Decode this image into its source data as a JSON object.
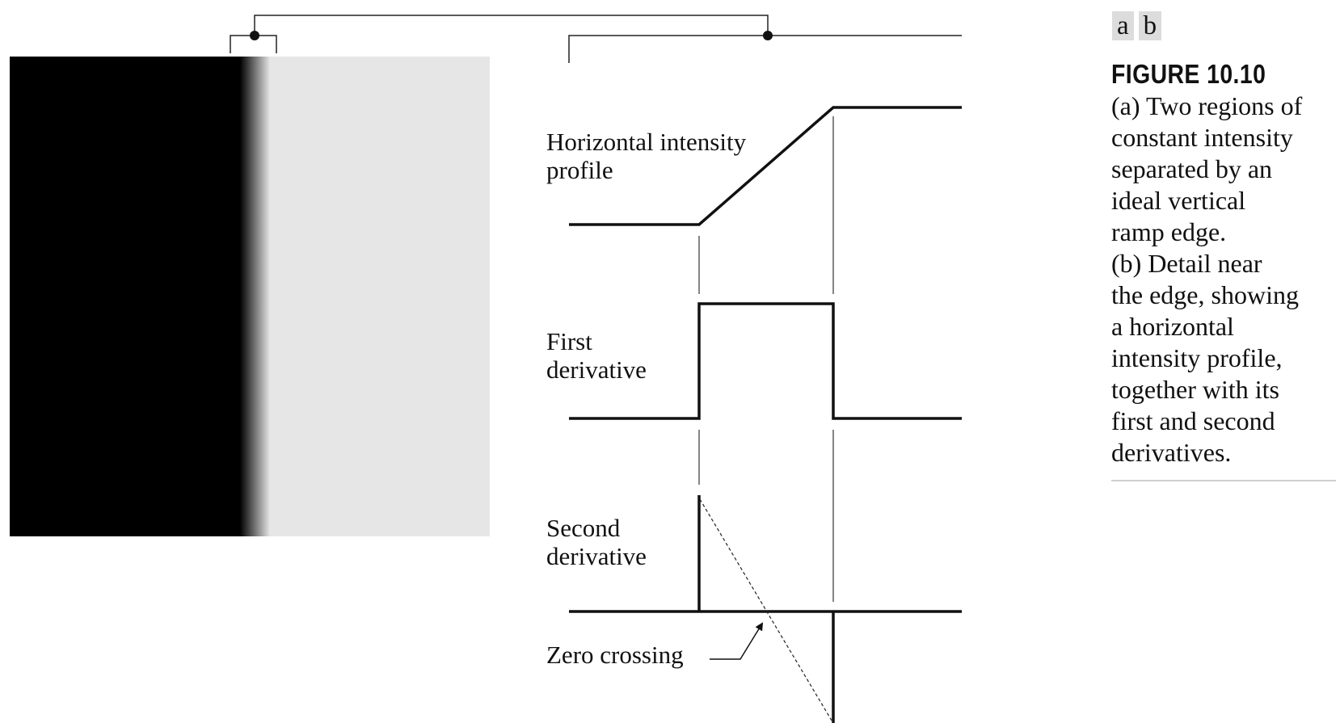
{
  "figure": {
    "panel_labels": [
      "a",
      "b"
    ],
    "caption_title": "FIGURE 10.10",
    "caption_text": "(a) Two regions of\nconstant intensity\nseparated by an\nideal vertical\nramp edge.\n(b) Detail near\nthe edge, showing\na horizontal\nintensity profile,\ntogether with its\nfirst and second\nderivatives."
  },
  "panel_a": {
    "left_region_color": "#000000",
    "right_region_color": "#e6e6e6"
  },
  "panel_b": {
    "profile_label": "Horizontal intensity\nprofile",
    "first_derivative_label": "First\nderivative",
    "second_derivative_label": "Second\nderivative",
    "zero_crossing_label": "Zero crossing"
  }
}
